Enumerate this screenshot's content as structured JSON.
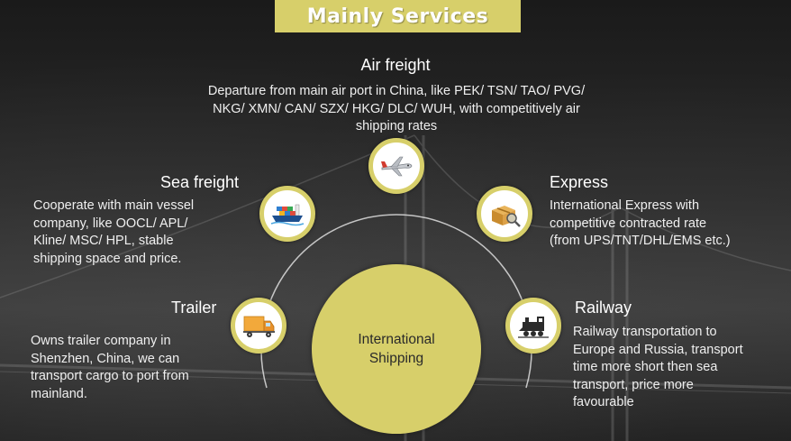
{
  "title": "Mainly Services",
  "center": {
    "line1": "International",
    "line2": "Shipping"
  },
  "colors": {
    "accent": "#d7cf6a",
    "background": "#262626",
    "text": "#ffffff"
  },
  "services": {
    "air": {
      "heading": "Air freight",
      "lines": [
        "Departure from main air port in China, like PEK/ TSN/ TAO/ PVG/",
        "NKG/ XMN/ CAN/ SZX/ HKG/ DLC/ WUH, with competitively air",
        "shipping rates"
      ],
      "icon": "airplane-icon"
    },
    "sea": {
      "heading": "Sea freight",
      "lines": [
        "Cooperate with main vessel",
        "company, like OOCL/ APL/",
        "Kline/ MSC/ HPL, stable",
        "shipping space and price."
      ],
      "icon": "container-ship-icon"
    },
    "express": {
      "heading": "Express",
      "lines": [
        "International Express with",
        "competitive contracted rate",
        "(from UPS/TNT/DHL/EMS etc.)"
      ],
      "icon": "parcel-magnifier-icon"
    },
    "trailer": {
      "heading": "Trailer",
      "lines": [
        "Owns trailer company in",
        "Shenzhen, China, we can",
        "transport cargo to port from",
        "mainland."
      ],
      "icon": "truck-icon"
    },
    "railway": {
      "heading": "Railway",
      "lines": [
        "Railway transportation to",
        "Europe and Russia, transport",
        "time more short then sea",
        "transport, price more",
        "favourable"
      ],
      "icon": "train-icon"
    }
  }
}
